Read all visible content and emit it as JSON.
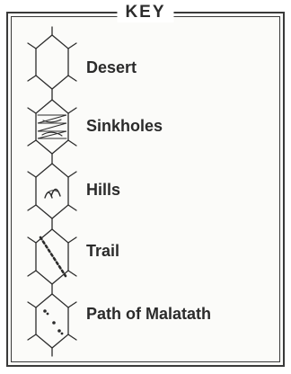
{
  "key": {
    "title": "KEY",
    "items": [
      {
        "label": "Desert"
      },
      {
        "label": "Sinkholes"
      },
      {
        "label": "Hills"
      },
      {
        "label": "Trail"
      },
      {
        "label": "Path of Malatath"
      }
    ]
  },
  "colors": {
    "ink": "#2b2b2b",
    "frame": "#3a3a3a",
    "paper": "#fbfbf9"
  }
}
